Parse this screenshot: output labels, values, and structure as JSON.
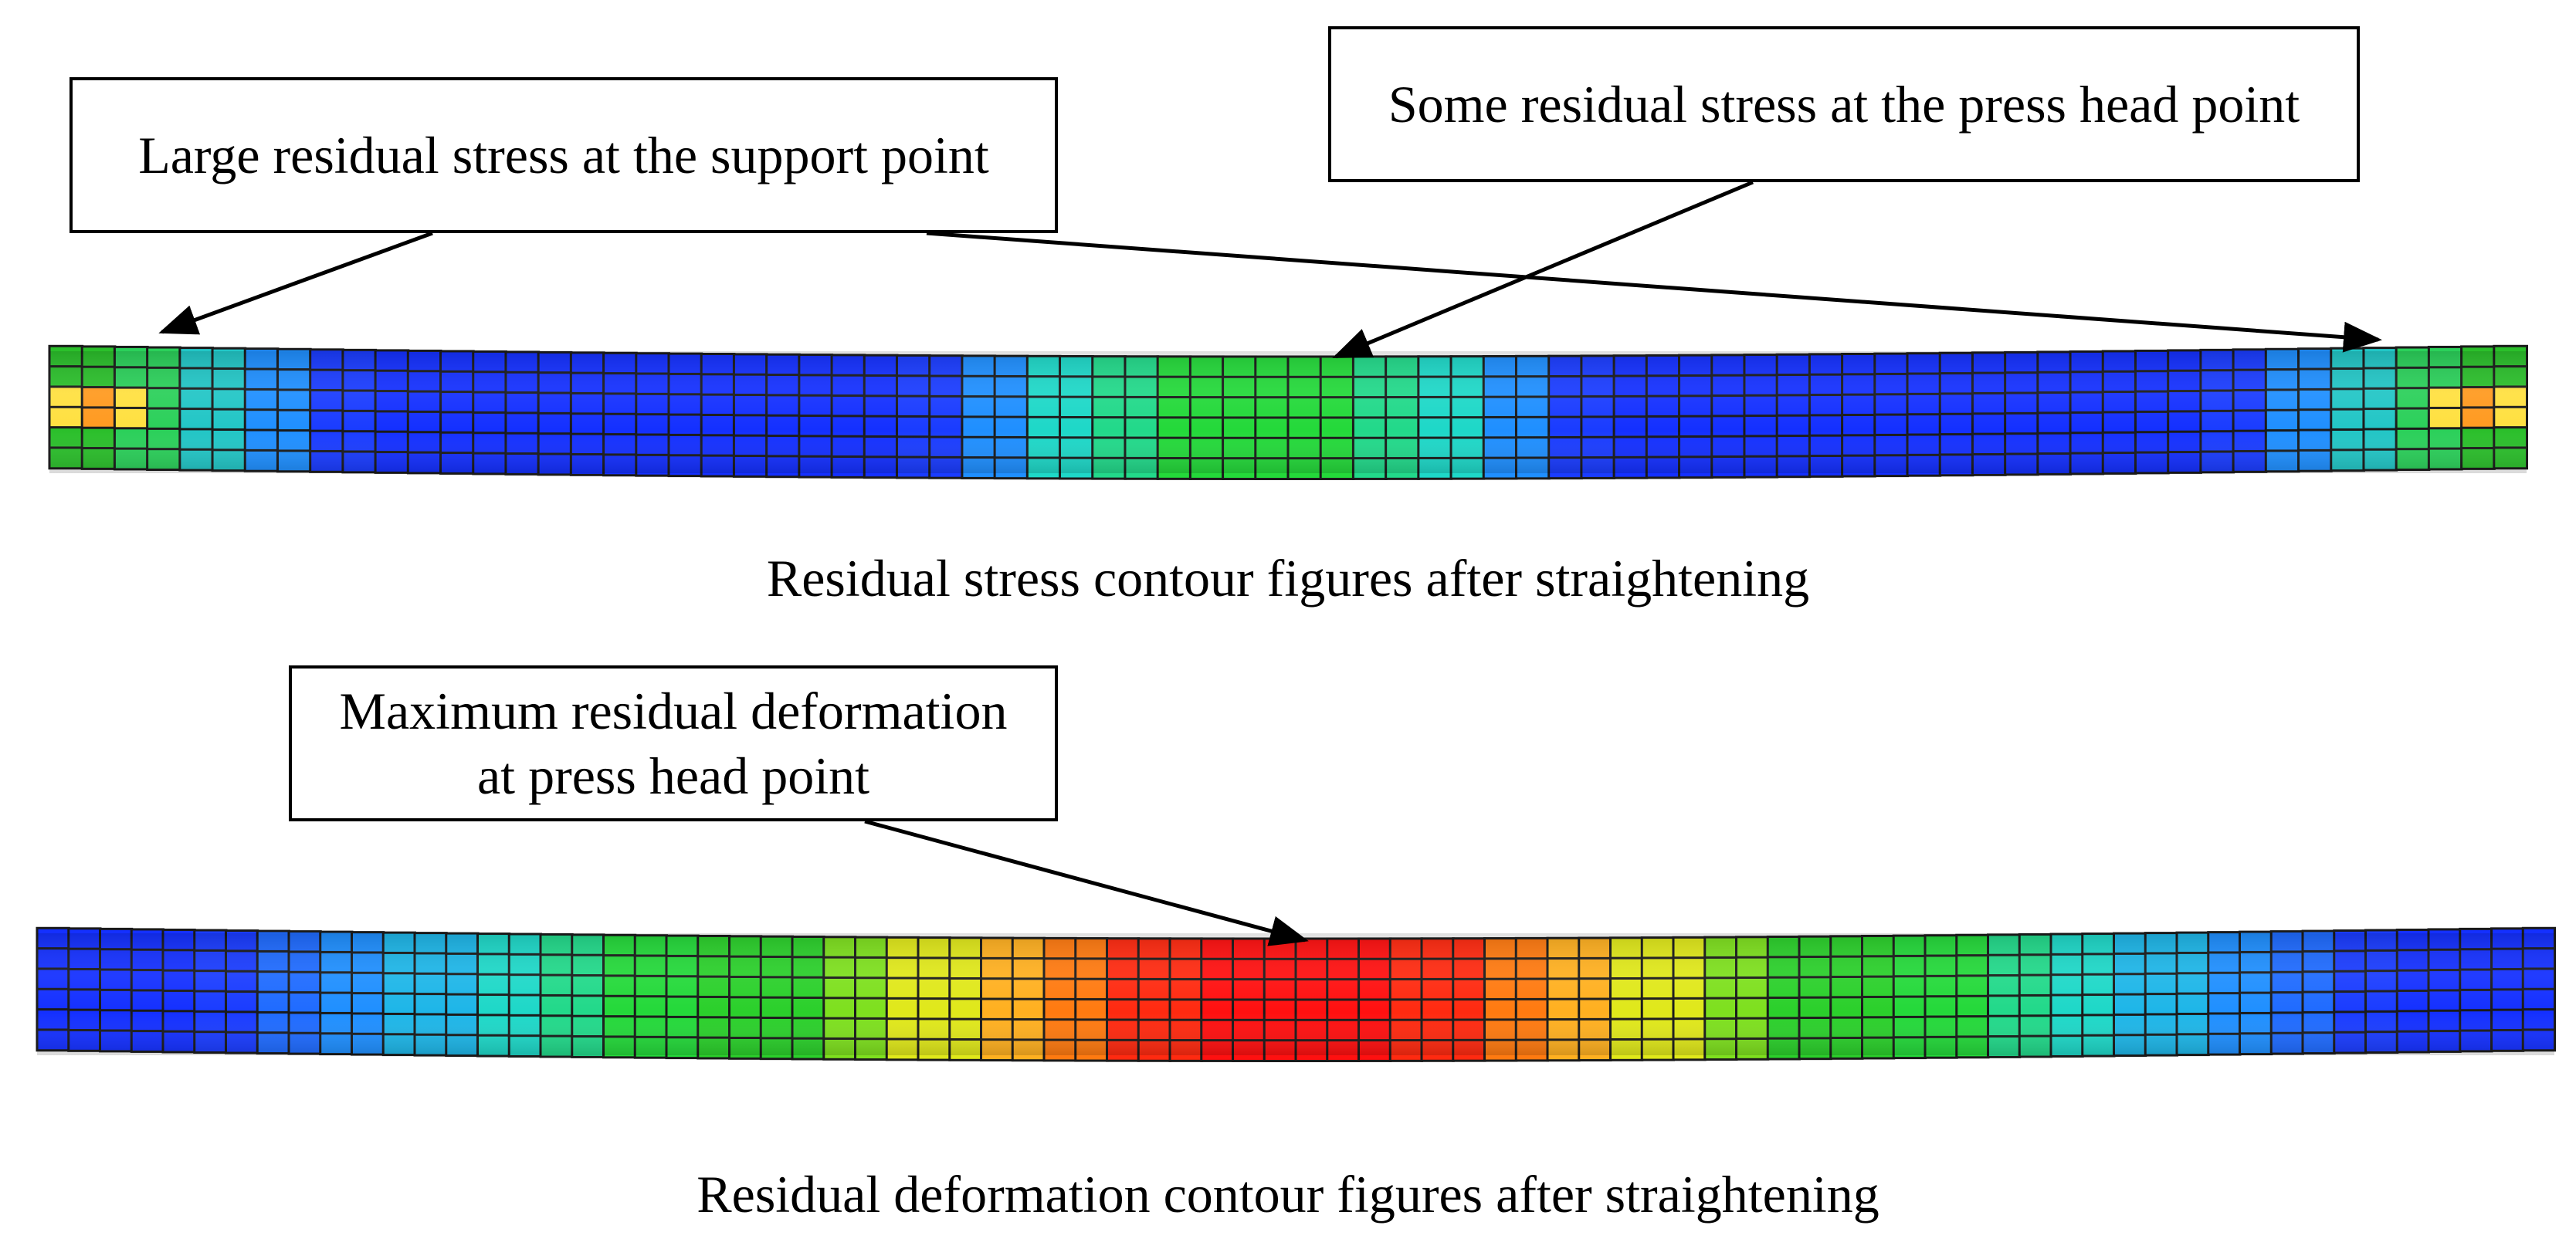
{
  "callouts": {
    "support": "Large residual stress at the support point",
    "press_head": "Some residual stress at the press head point",
    "deformation": "Maximum residual deformation\nat press head point"
  },
  "captions": {
    "stress": "Residual stress contour figures after straightening",
    "deformation": "Residual deformation contour figures after straightening"
  },
  "colors": {
    "mesh_line": "#1a1a1a",
    "arrow": "#000000"
  },
  "contour_stress": {
    "profile": [
      "#2bbf2b",
      "#2bd05a",
      "#22c6c6",
      "#1f8fff",
      "#1a3cff",
      "#1430ff",
      "#1430ff",
      "#1430ff",
      "#1430ff",
      "#1430ff",
      "#1430ff",
      "#1430ff",
      "#1430ff",
      "#1a3cff",
      "#1f8fff",
      "#1ed8c8",
      "#22d98a",
      "#24d93a",
      "#24d93a",
      "#24d93a",
      "#22d98a",
      "#1ed8c8",
      "#1f8fff",
      "#1a3cff",
      "#1430ff",
      "#1430ff",
      "#1430ff",
      "#1430ff",
      "#1430ff",
      "#1430ff",
      "#1430ff",
      "#1430ff",
      "#1430ff",
      "#1a3cff",
      "#1f8fff",
      "#22c6c6",
      "#2bd05a",
      "#2bbf2b"
    ],
    "hot_spot": [
      "#ffe040",
      "#ff9a20"
    ]
  },
  "contour_deformation": {
    "profile": [
      "#1430ff",
      "#1430ff",
      "#1a3cff",
      "#1f6bff",
      "#1f8fff",
      "#1eb6e8",
      "#1ed8c8",
      "#22d98a",
      "#24d93a",
      "#2bd02b",
      "#2bd02b",
      "#7ee01e",
      "#e0e81a",
      "#ffb020",
      "#ff7a10",
      "#ff2a10",
      "#ff1010",
      "#ff1010",
      "#ff1010",
      "#ff2a10",
      "#ff7a10",
      "#ffb020",
      "#e0e81a",
      "#7ee01e",
      "#2bd02b",
      "#2bd02b",
      "#24d93a",
      "#22d98a",
      "#1ed8c8",
      "#1eb6e8",
      "#1f8fff",
      "#1f6bff",
      "#1a3cff",
      "#1430ff",
      "#1430ff"
    ]
  }
}
